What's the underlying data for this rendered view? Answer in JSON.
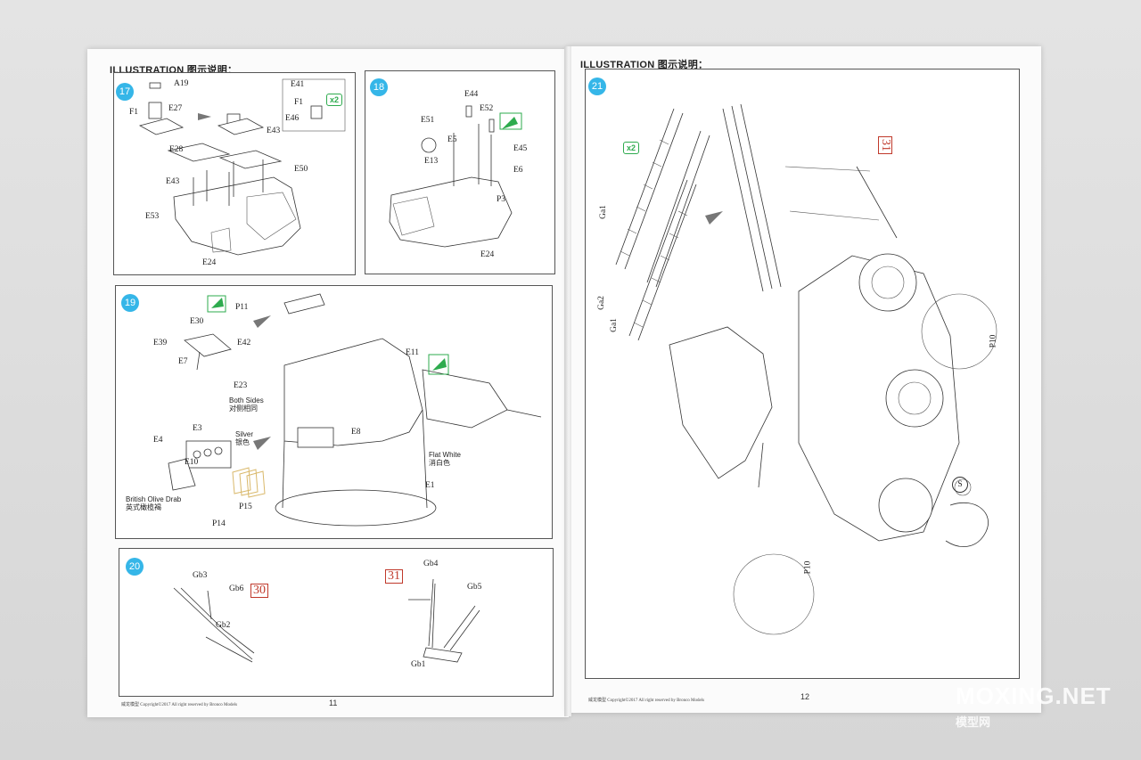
{
  "header_left": "ILLUSTRATION 图示说明：",
  "header_right": "ILLUSTRATION 图示说明：",
  "steps": {
    "s17": {
      "num": "17",
      "labels": [
        "A19",
        "F1",
        "E27",
        "E41",
        "F1",
        "E46",
        "x2",
        "E43",
        "E28",
        "E50",
        "E43",
        "E53",
        "E24"
      ]
    },
    "s18": {
      "num": "18",
      "labels": [
        "E44",
        "E51",
        "E52",
        "E5",
        "E45",
        "E13",
        "E6",
        "P3",
        "E24"
      ]
    },
    "s19": {
      "num": "19",
      "labels": [
        "P11",
        "E30",
        "E39",
        "E42",
        "E7",
        "E11",
        "E23",
        "E4",
        "E3",
        "Silver",
        "银色",
        "E10",
        "E8",
        "E1",
        "P15",
        "P14"
      ],
      "both_sides": "Both Sides",
      "both_sides_cn": "对侧相同",
      "olive": "British Olive Drab",
      "olive_cn": "英式橄榄褐",
      "flat_white": "Flat White",
      "flat_white_cn": "消白色"
    },
    "s20": {
      "num": "20",
      "labels": [
        "Gb3",
        "Gb6",
        "Gb2",
        "Gb4",
        "Gb5",
        "Gb1"
      ],
      "ref_a": "30",
      "ref_b": "31"
    },
    "s21": {
      "num": "21",
      "labels": [
        "Ga1",
        "Ga2",
        "Ga1",
        "P10",
        "P10",
        "S"
      ],
      "x2": "x2",
      "ref": "31"
    }
  },
  "footer_left": {
    "brand": "威龙模型",
    "copy": "Copyright©2017  All right reserved by Bronco Models",
    "page": "11"
  },
  "footer_right": {
    "brand": "威龙模型",
    "copy": "Copyright©2017  All right reserved by Bronco Models",
    "page": "12"
  },
  "watermark": {
    "main": "MOXING.NET",
    "sub": "模型网"
  },
  "colors": {
    "step_badge": "#35b6e8",
    "ref_red": "#c0392b",
    "icon_green": "#2eab4e"
  }
}
